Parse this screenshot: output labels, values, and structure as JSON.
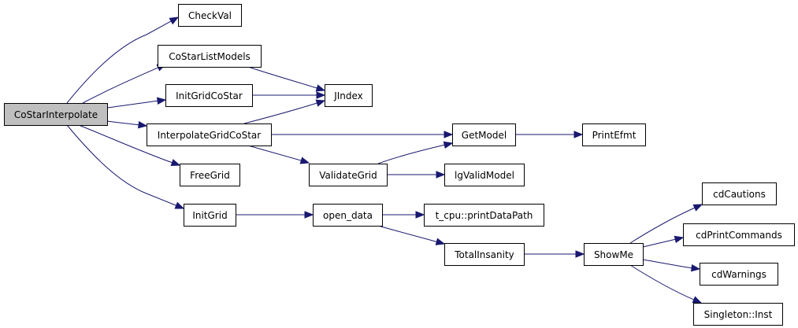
{
  "graph": {
    "colors": {
      "edge": "#191970",
      "node_fill": "#ffffff",
      "root_fill": "#bfbfbf",
      "node_border": "#000000"
    },
    "nodes": [
      {
        "id": "costarinterpolate",
        "label": "CoStarInterpolate",
        "root": true
      },
      {
        "id": "checkval",
        "label": "CheckVal"
      },
      {
        "id": "costarlistmodels",
        "label": "CoStarListModels"
      },
      {
        "id": "initgridcostar",
        "label": "InitGridCoStar"
      },
      {
        "id": "jindex",
        "label": "JIndex"
      },
      {
        "id": "interpolategridcostar",
        "label": "InterpolateGridCoStar"
      },
      {
        "id": "getmodel",
        "label": "GetModel"
      },
      {
        "id": "printefmt",
        "label": "PrintEfmt"
      },
      {
        "id": "validategrid",
        "label": "ValidateGrid"
      },
      {
        "id": "lgvalidmodel",
        "label": "lgValidModel"
      },
      {
        "id": "freegrid",
        "label": "FreeGrid"
      },
      {
        "id": "initgrid",
        "label": "InitGrid"
      },
      {
        "id": "open-data",
        "label": "open_data"
      },
      {
        "id": "printdatapath",
        "label": "t_cpu::printDataPath"
      },
      {
        "id": "totalinsanity",
        "label": "TotalInsanity"
      },
      {
        "id": "showme",
        "label": "ShowMe"
      },
      {
        "id": "cdcautions",
        "label": "cdCautions"
      },
      {
        "id": "cdprintcommands",
        "label": "cdPrintCommands"
      },
      {
        "id": "cdwarnings",
        "label": "cdWarnings"
      },
      {
        "id": "singleton-inst",
        "label": "Singleton::Inst"
      }
    ],
    "edges": [
      {
        "from": "costarinterpolate",
        "to": "checkval"
      },
      {
        "from": "costarinterpolate",
        "to": "costarlistmodels"
      },
      {
        "from": "costarinterpolate",
        "to": "initgridcostar"
      },
      {
        "from": "costarinterpolate",
        "to": "interpolategridcostar"
      },
      {
        "from": "costarinterpolate",
        "to": "freegrid"
      },
      {
        "from": "costarinterpolate",
        "to": "initgrid"
      },
      {
        "from": "costarlistmodels",
        "to": "jindex"
      },
      {
        "from": "initgridcostar",
        "to": "jindex"
      },
      {
        "from": "interpolategridcostar",
        "to": "jindex"
      },
      {
        "from": "interpolategridcostar",
        "to": "getmodel"
      },
      {
        "from": "interpolategridcostar",
        "to": "validategrid"
      },
      {
        "from": "getmodel",
        "to": "printefmt"
      },
      {
        "from": "validategrid",
        "to": "getmodel"
      },
      {
        "from": "validategrid",
        "to": "lgvalidmodel"
      },
      {
        "from": "initgrid",
        "to": "open-data"
      },
      {
        "from": "open-data",
        "to": "printdatapath"
      },
      {
        "from": "open-data",
        "to": "totalinsanity"
      },
      {
        "from": "totalinsanity",
        "to": "showme"
      },
      {
        "from": "showme",
        "to": "cdcautions"
      },
      {
        "from": "showme",
        "to": "cdprintcommands"
      },
      {
        "from": "showme",
        "to": "cdwarnings"
      },
      {
        "from": "showme",
        "to": "singleton-inst"
      }
    ]
  }
}
